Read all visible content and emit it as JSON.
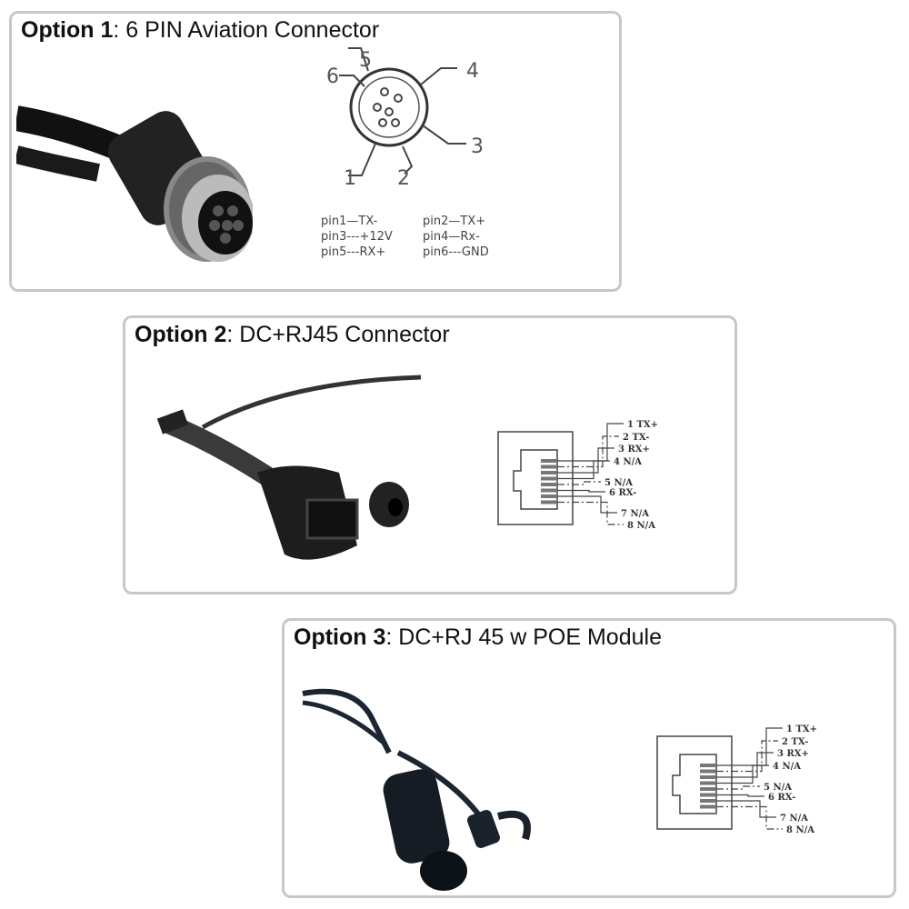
{
  "options": [
    {
      "label": "Option 1",
      "name": ": 6 PIN Aviation Connector",
      "pin_numbers": [
        "1",
        "2",
        "3",
        "4",
        "5",
        "6"
      ],
      "pins": [
        "pin1—TX-",
        "pin2—TX+",
        "pin3---+12V",
        "pin4—Rx-",
        "pin5---RX+",
        "pin6---GND"
      ]
    },
    {
      "label": "Option 2",
      "name": ": DC+RJ45 Connector",
      "rj45_pins": [
        "1 TX+",
        "2 TX-",
        "3 RX+",
        "4 N/A",
        "5 N/A",
        "6 RX-",
        "7 N/A",
        "8 N/A"
      ]
    },
    {
      "label": "Option 3",
      "name": ": DC+RJ 45 w POE Module",
      "rj45_pins": [
        "1 TX+",
        "2 TX-",
        "3 RX+",
        "4 N/A",
        "5 N/A",
        "6 RX-",
        "7 N/A",
        "8 N/A"
      ]
    }
  ]
}
